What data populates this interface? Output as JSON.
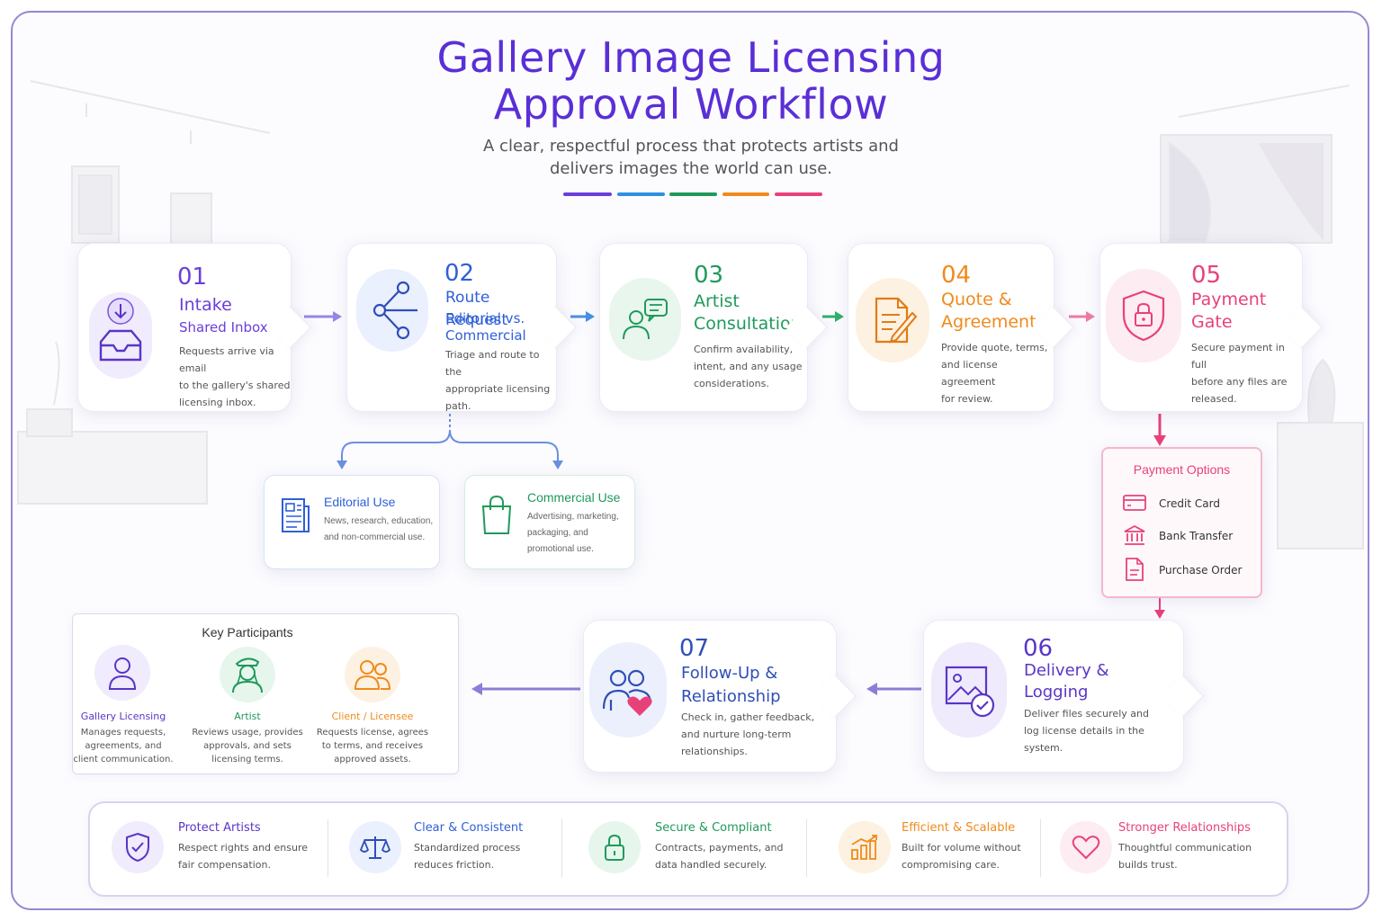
{
  "header": {
    "title_line1": "Gallery Image Licensing",
    "title_line2": "Approval Workflow",
    "subtitle_line1": "A clear, respectful process that protects artists and",
    "subtitle_line2": "delivers images the world can use."
  },
  "colors": {
    "purple": "#6a3fd8",
    "blue": "#2f5fd8",
    "green": "#1f9a5b",
    "orange": "#f08a1c",
    "pink": "#e8417a",
    "frame": "#9a86cf"
  },
  "steps": [
    {
      "num": "01",
      "title": "Intake",
      "subtitle": "Shared Inbox",
      "desc": [
        "Requests arrive via email",
        "to the gallery's shared",
        "licensing inbox."
      ],
      "icon": "inbox-icon"
    },
    {
      "num": "02",
      "title": "Route Request",
      "subtitle": "Editorial vs. Commercial",
      "desc": [
        "Triage and route to the",
        "appropriate licensing",
        "path."
      ],
      "icon": "branch-icon"
    },
    {
      "num": "03",
      "title": "Artist Consultation",
      "desc": [
        "Confirm availability,",
        "intent, and any usage",
        "considerations."
      ],
      "icon": "consultation-icon"
    },
    {
      "num": "04",
      "title": "Quote & Agreement",
      "desc": [
        "Provide quote, terms,",
        "and license agreement",
        "for review."
      ],
      "icon": "document-pen-icon"
    },
    {
      "num": "05",
      "title": "Payment Gate",
      "desc": [
        "Secure payment in full",
        "before any files are",
        "released."
      ],
      "icon": "shield-lock-icon"
    },
    {
      "num": "06",
      "title": "Delivery & Logging",
      "desc": [
        "Deliver files securely and",
        "log license details in the",
        "system."
      ],
      "icon": "image-check-icon"
    },
    {
      "num": "07",
      "title": "Follow-Up & Relationship",
      "desc": [
        "Check in, gather feedback,",
        "and nurture long-term",
        "relationships."
      ],
      "icon": "people-heart-icon"
    }
  ],
  "routes": [
    {
      "title": "Editorial Use",
      "desc": [
        "News, research, education,",
        "and non-commercial use."
      ],
      "icon": "newspaper-icon"
    },
    {
      "title": "Commercial Use",
      "desc": [
        "Advertising, marketing,",
        "packaging, and",
        "promotional use."
      ],
      "icon": "shopping-bag-icon"
    }
  ],
  "payment_options": {
    "title": "Payment Options",
    "items": [
      {
        "label": "Credit Card",
        "icon": "credit-card-icon"
      },
      {
        "label": "Bank Transfer",
        "icon": "bank-icon"
      },
      {
        "label": "Purchase Order",
        "icon": "purchase-order-icon"
      }
    ]
  },
  "participants": {
    "title": "Key Participants",
    "items": [
      {
        "name": "Gallery Licensing",
        "desc": [
          "Manages requests,",
          "agreements, and",
          "client communication."
        ],
        "icon": "person-icon"
      },
      {
        "name": "Artist",
        "desc": [
          "Reviews usage, provides",
          "approvals, and sets",
          "licensing terms."
        ],
        "icon": "artist-icon"
      },
      {
        "name": "Client / Licensee",
        "desc": [
          "Requests license, agrees",
          "to terms, and receives",
          "approved assets."
        ],
        "icon": "group-icon"
      }
    ]
  },
  "benefits": [
    {
      "title": "Protect Artists",
      "desc": [
        "Respect rights and ensure",
        "fair compensation."
      ],
      "icon": "shield-check-icon"
    },
    {
      "title": "Clear & Consistent",
      "desc": [
        "Standardized process",
        "reduces friction."
      ],
      "icon": "scales-icon"
    },
    {
      "title": "Secure & Compliant",
      "desc": [
        "Contracts, payments, and",
        "data handled securely."
      ],
      "icon": "lock-icon"
    },
    {
      "title": "Efficient & Scalable",
      "desc": [
        "Built for volume without",
        "compromising care."
      ],
      "icon": "chart-growth-icon"
    },
    {
      "title": "Stronger Relationships",
      "desc": [
        "Thoughtful communication",
        "builds trust."
      ],
      "icon": "heart-icon"
    }
  ]
}
